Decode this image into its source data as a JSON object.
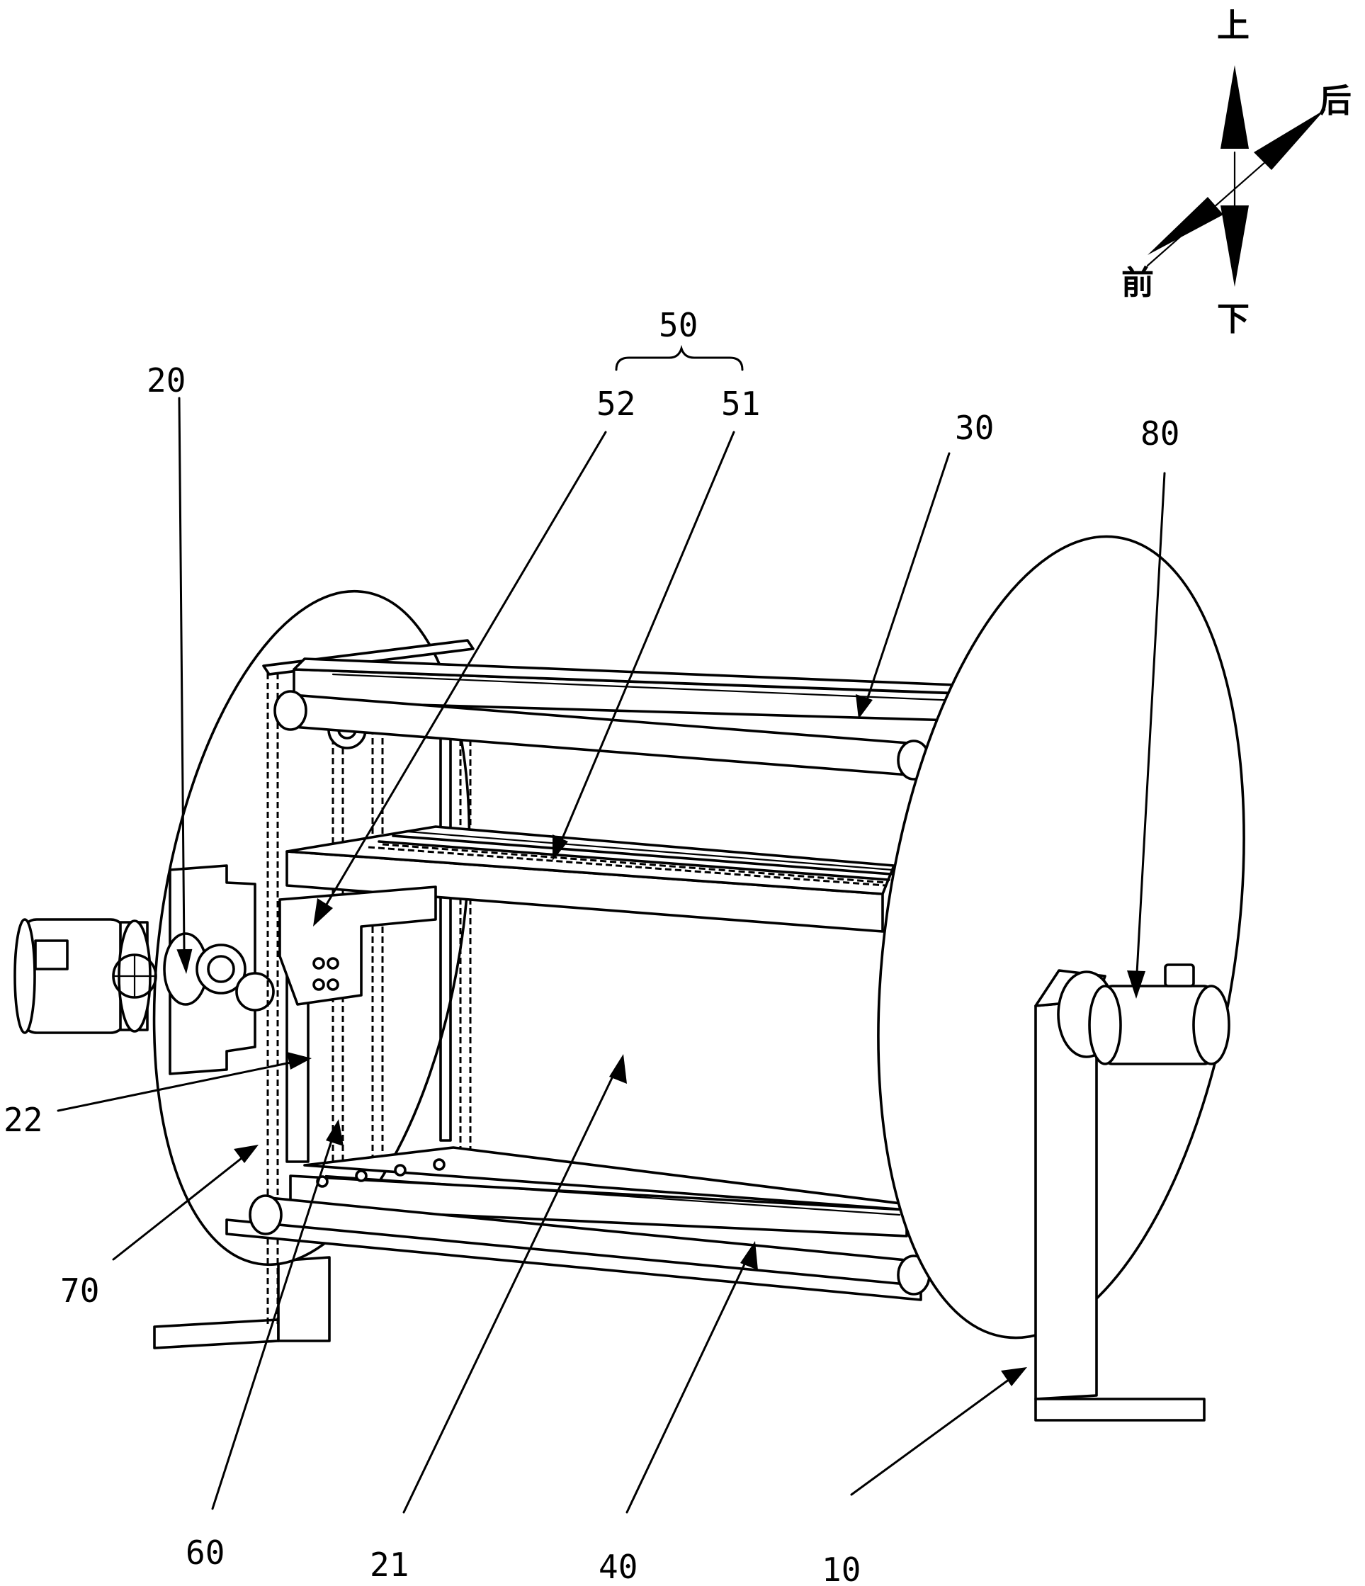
{
  "figure": {
    "labels": {
      "n10": "10",
      "n20": "20",
      "n21": "21",
      "n22": "22",
      "n30": "30",
      "n40": "40",
      "n50": "50",
      "n51": "51",
      "n52": "52",
      "n60": "60",
      "n70": "70",
      "n80": "80"
    },
    "compass": {
      "up": "上",
      "down": "下",
      "front": "前",
      "back": "后"
    }
  }
}
